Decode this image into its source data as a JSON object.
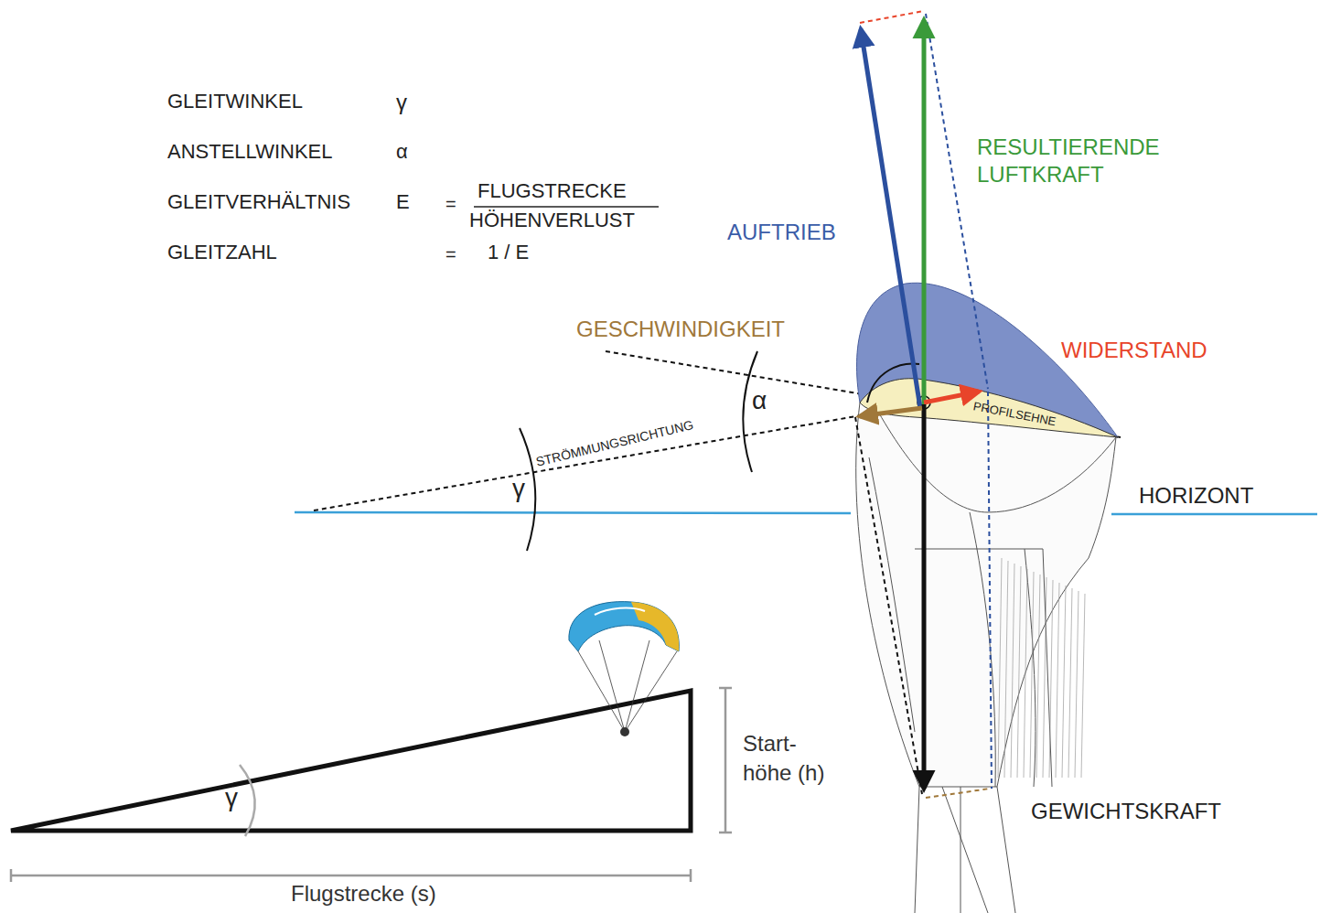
{
  "diagram": {
    "labels": [
      "GLEITWINKEL",
      "γ",
      "ANSTELLWINKEL",
      "α",
      "GLEITVERHÄLTNIS",
      "E",
      "=",
      "FLUGSTRECKE",
      "HÖHENVERLUST",
      "GLEITZAHL",
      "=",
      "1 / E",
      "RESULTIERENDE LUFTKRAFT",
      "AUFTRIEB",
      "GESCHWINDIGKEIT",
      "WIDERSTAND",
      "α",
      "PROFILSEHNE",
      "STRÖMMUNGSRICHTUNG",
      "γ",
      "HORIZONT",
      "GEWICHTSKRAFT",
      "γ",
      "Start- höhe (h)",
      "Flugstrecke (s)"
    ]
  }
}
